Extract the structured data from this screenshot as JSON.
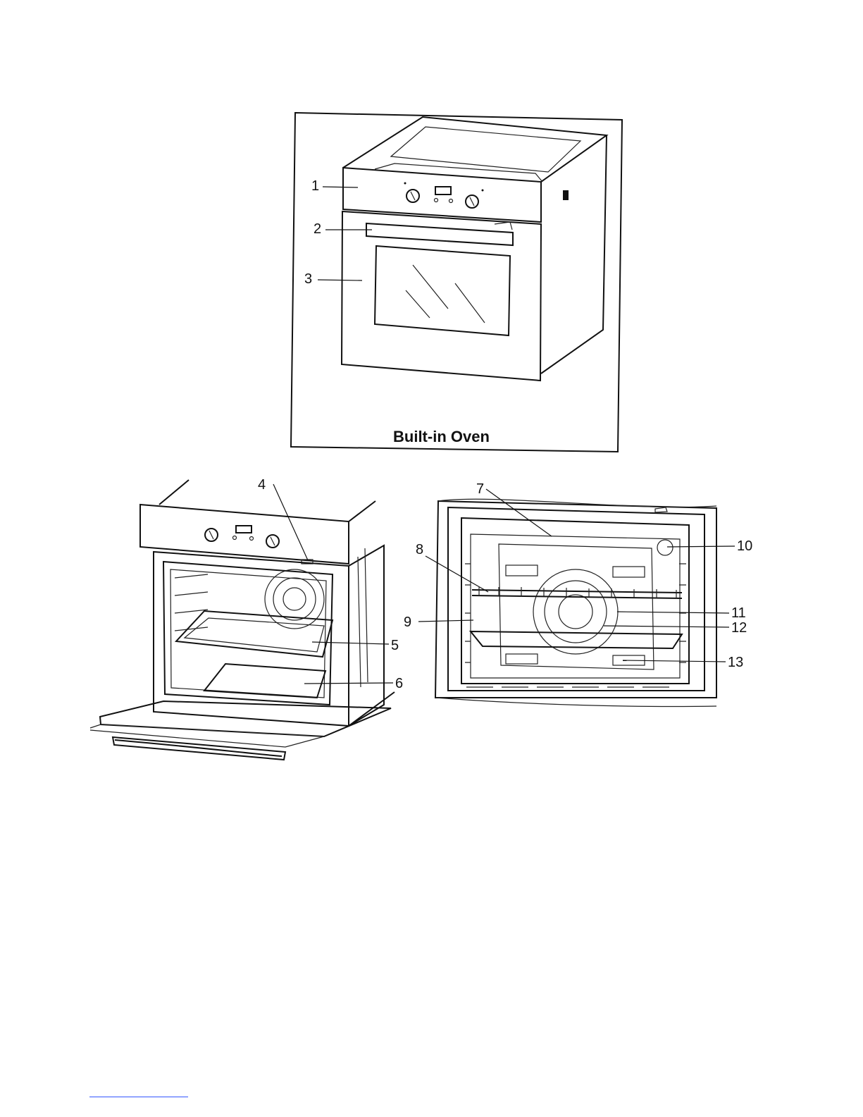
{
  "figure1": {
    "caption": "Built-in Oven"
  },
  "labels": [
    "1",
    "2",
    "3",
    "4",
    "5",
    "6",
    "7",
    "8",
    "9",
    "10",
    "11",
    "12",
    "13"
  ]
}
